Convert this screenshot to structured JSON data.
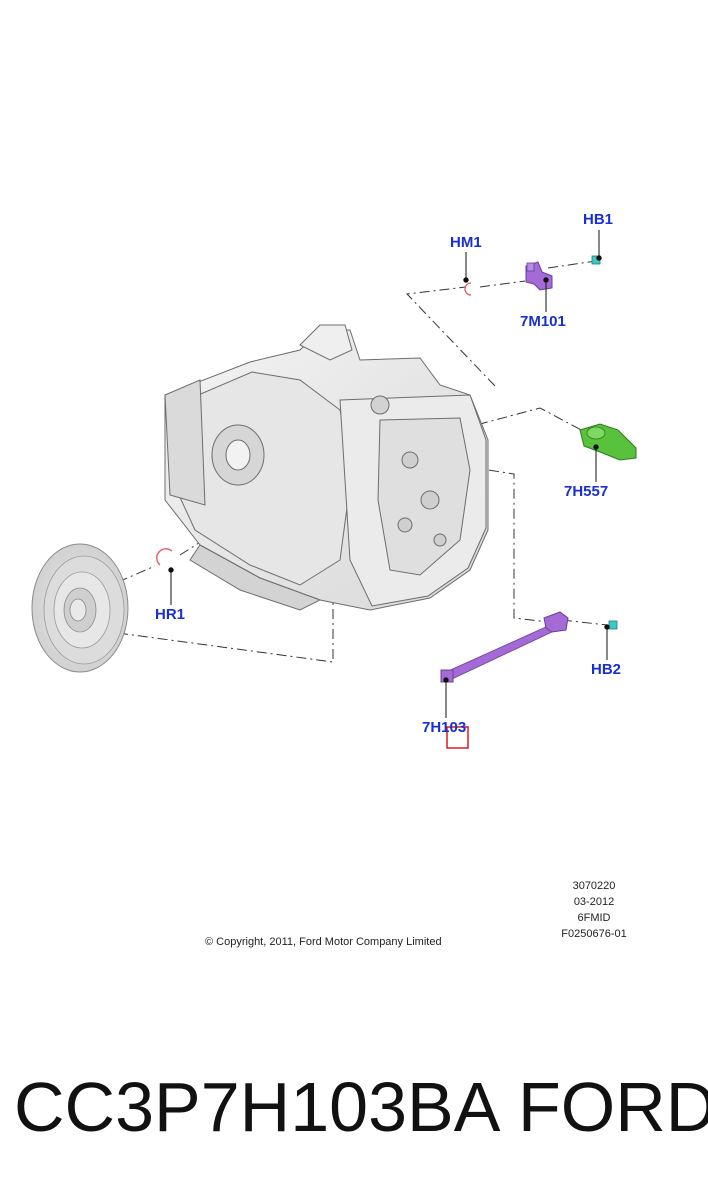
{
  "callouts": {
    "hb1": "HB1",
    "hm1": "HM1",
    "part_7m101": "7M101",
    "part_7h557": "7H557",
    "hr1": "HR1",
    "hb2": "HB2",
    "part_7h103": "7H103"
  },
  "drawing_info": {
    "line1": "3070220",
    "line2": "03-2012",
    "line3": "6FMID",
    "line4": "F0250676-01"
  },
  "copyright": "© Copyright, 2011, Ford Motor Company Limited",
  "caption": {
    "part_number": "CC3P7H103BA",
    "brand": "FORD"
  },
  "colors": {
    "callout_text": "#1a2fd0",
    "highlight_box": "#d81e1e",
    "sensor_purple": "#a46ad6",
    "sensor_green": "#58c23c",
    "bolt_cyan": "#3fc7c7",
    "seal_ring": "#e05a6a"
  }
}
